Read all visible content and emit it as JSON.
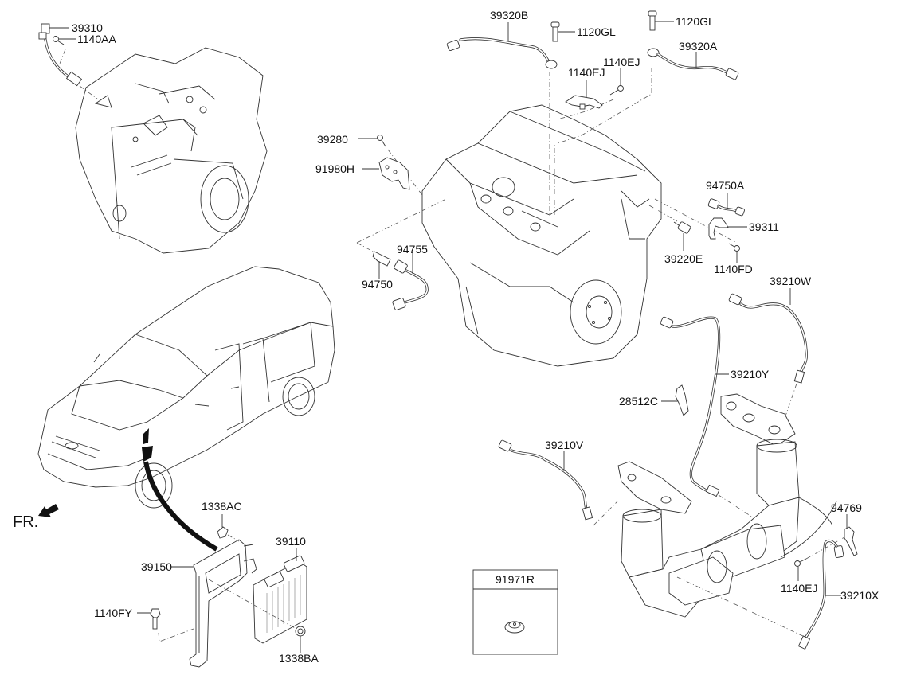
{
  "diagram": {
    "title": "Engine control module & sensors parts diagram",
    "orientation_label": "FR.",
    "inset_box": {
      "label": "91971R"
    },
    "parts": [
      {
        "id": "p-39310",
        "number": "39310"
      },
      {
        "id": "p-1140AA",
        "number": "1140AA"
      },
      {
        "id": "p-39320B",
        "number": "39320B"
      },
      {
        "id": "p-1120GL-a",
        "number": "1120GL"
      },
      {
        "id": "p-1120GL-b",
        "number": "1120GL"
      },
      {
        "id": "p-39320A",
        "number": "39320A"
      },
      {
        "id": "p-1140EJ-a",
        "number": "1140EJ"
      },
      {
        "id": "p-39280",
        "number": "39280"
      },
      {
        "id": "p-1140EJ-b",
        "number": "1140EJ"
      },
      {
        "id": "p-91980H",
        "number": "91980H"
      },
      {
        "id": "p-94750A",
        "number": "94750A"
      },
      {
        "id": "p-39311",
        "number": "39311"
      },
      {
        "id": "p-39220E",
        "number": "39220E"
      },
      {
        "id": "p-1140FD",
        "number": "1140FD"
      },
      {
        "id": "p-94755",
        "number": "94755"
      },
      {
        "id": "p-94750",
        "number": "94750"
      },
      {
        "id": "p-39210W",
        "number": "39210W"
      },
      {
        "id": "p-39210Y",
        "number": "39210Y"
      },
      {
        "id": "p-28512C",
        "number": "28512C"
      },
      {
        "id": "p-39210V",
        "number": "39210V"
      },
      {
        "id": "p-94769",
        "number": "94769"
      },
      {
        "id": "p-1140EJ-c",
        "number": "1140EJ"
      },
      {
        "id": "p-39210X",
        "number": "39210X"
      },
      {
        "id": "p-1338AC",
        "number": "1338AC"
      },
      {
        "id": "p-39110",
        "number": "39110"
      },
      {
        "id": "p-39150",
        "number": "39150"
      },
      {
        "id": "p-1140FY",
        "number": "1140FY"
      },
      {
        "id": "p-1338BA",
        "number": "1338BA"
      }
    ]
  }
}
